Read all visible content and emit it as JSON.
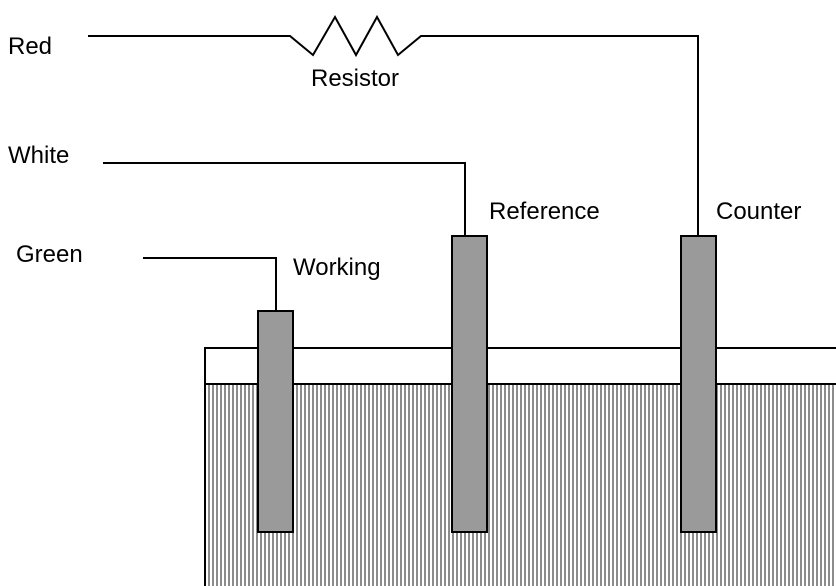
{
  "labels": {
    "red": "Red",
    "white": "White",
    "green": "Green",
    "resistor": "Resistor",
    "reference": "Reference",
    "counter": "Counter",
    "working": "Working"
  },
  "colors": {
    "line": "#000000",
    "electrode_fill": "#9a9a9a",
    "solution_fill": "#c8c8c8",
    "background": "#ffffff"
  }
}
